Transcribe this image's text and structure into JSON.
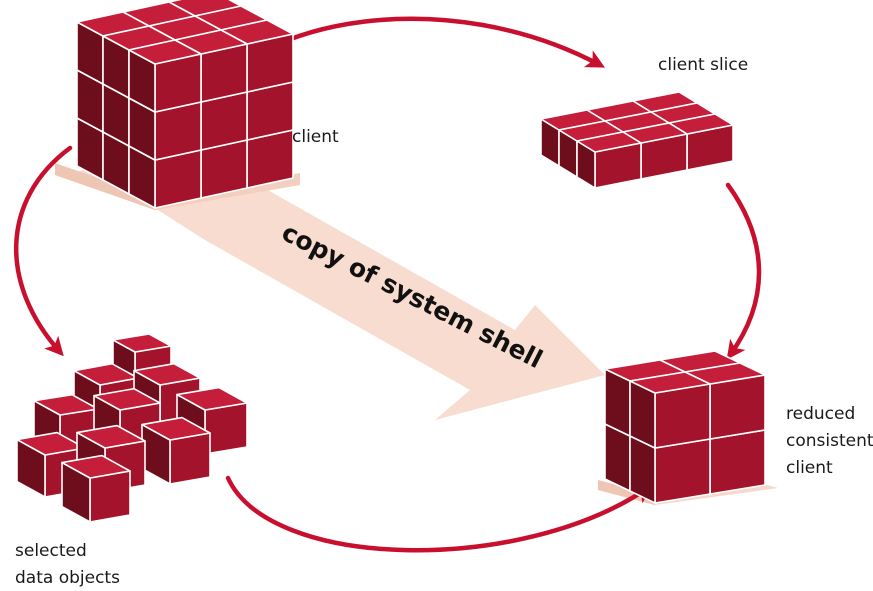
{
  "labels": {
    "client": "client",
    "client_slice": "client slice",
    "reduced_line1": "reduced",
    "reduced_line2": "consistent",
    "reduced_line3": "client",
    "selected_line1": "selected",
    "selected_line2": "data objects",
    "shell_arrow": "copy of system shell"
  },
  "colors": {
    "cube_top": "#c41e3a",
    "cube_front": "#a3132b",
    "cube_side": "#6e0d1c",
    "cube_edge": "#ffffff",
    "arrow_red": "#c8102e",
    "shell_base": "#f6d9cc",
    "shell_base_dark": "#eec6b4",
    "shell_arrow": "#f7dccf"
  }
}
